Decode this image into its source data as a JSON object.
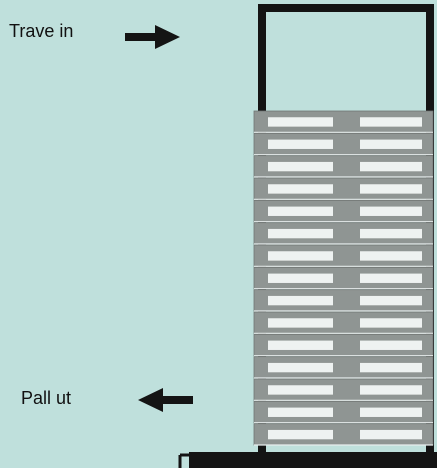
{
  "labels": {
    "in": "Trave in",
    "out": "Pall ut"
  },
  "colors": {
    "background": "#bfe0dc",
    "frame": "#141414",
    "pallet_stack": "#8f9593",
    "pallet_slot": "#eef2f1",
    "arrow": "#141414"
  },
  "icons": {
    "in_arrow": "right-arrow-icon",
    "out_arrow": "left-arrow-icon"
  },
  "pallet_count": 15
}
